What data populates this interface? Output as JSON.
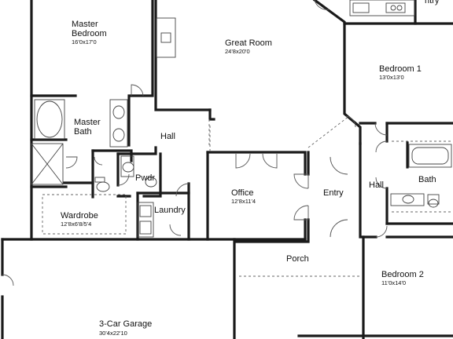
{
  "rooms": {
    "master_bedroom": {
      "name_line1": "Master",
      "name_line2": "Bedroom",
      "dim": "16'0x17'0"
    },
    "great_room": {
      "name": "Great Room",
      "dim": "24'8x20'0"
    },
    "bedroom1": {
      "name": "Bedroom 1",
      "dim": "13'0x13'0"
    },
    "master_bath": {
      "name_line1": "Master",
      "name_line2": "Bath"
    },
    "hall_center": {
      "name": "Hall"
    },
    "pwdr": {
      "name": "Pwdr"
    },
    "hall_right": {
      "name": "Hall"
    },
    "bath": {
      "name": "Bath"
    },
    "office": {
      "name": "Office",
      "dim": "12'8x11'4"
    },
    "entry": {
      "name": "Entry"
    },
    "laundry": {
      "name": "Laundry"
    },
    "wardrobe": {
      "name": "Wardrobe",
      "dim": "12'8x6'8/5'4"
    },
    "porch": {
      "name": "Porch"
    },
    "bedroom2": {
      "name": "Bedroom 2",
      "dim": "11'0x14'0"
    },
    "garage": {
      "name": "3-Car Garage",
      "dim": "30'4x22'10"
    },
    "pantry_fragment": {
      "name": "ntry"
    }
  }
}
